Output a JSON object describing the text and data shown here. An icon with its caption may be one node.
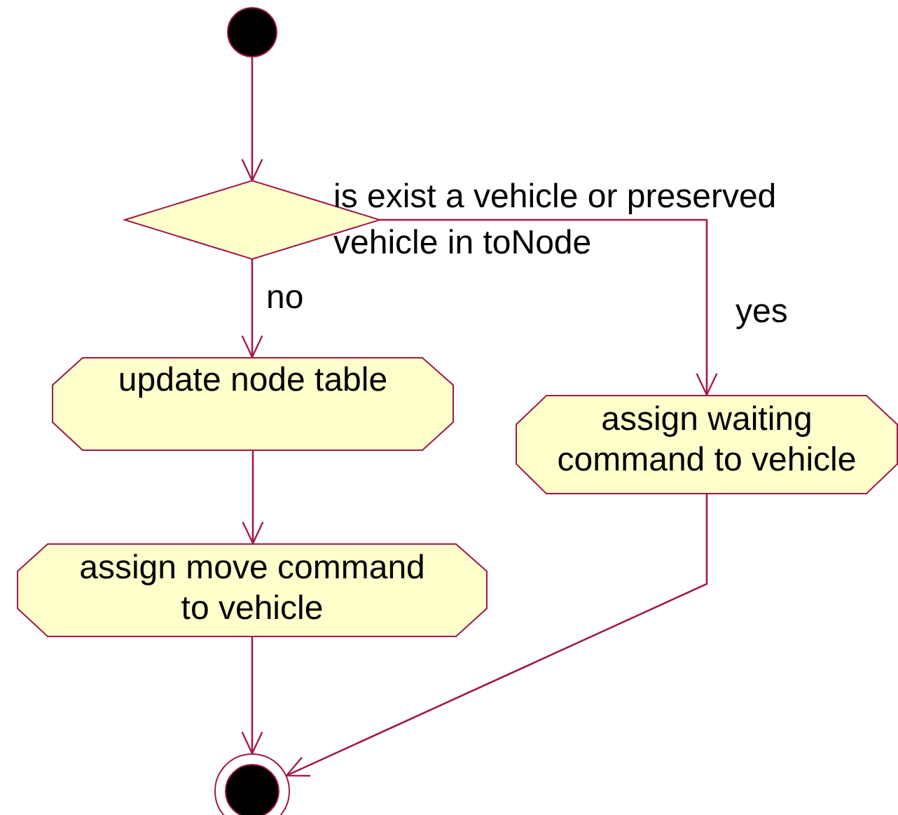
{
  "diagram": {
    "nodes": [
      {
        "text": [],
        "shape": "circle"
      },
      {
        "text": [],
        "shape": "diamond",
        "beside": [
          "is exist a vehicle or preserved vehicle in toNode"
        ]
      },
      {
        "text": [
          "update node table"
        ]
      },
      {
        "text": [
          "assign move command to vehicle"
        ]
      },
      {
        "text": [
          "assign waiting command to vehicle"
        ]
      },
      {
        "text": [],
        "shape": "circle"
      }
    ],
    "edges": [
      {
        "from": 0,
        "to": 1,
        "arrow": "to"
      },
      {
        "from": 1,
        "to": 2,
        "arrow": "to",
        "label": "no"
      },
      {
        "from": 1,
        "to": 4,
        "arrow": "to",
        "label": "yes"
      },
      {
        "from": 2,
        "to": 3,
        "arrow": "to"
      },
      {
        "from": 3,
        "to": 5,
        "arrow": "to"
      },
      {
        "from": 4,
        "to": 5,
        "arrow": "to"
      }
    ]
  }
}
